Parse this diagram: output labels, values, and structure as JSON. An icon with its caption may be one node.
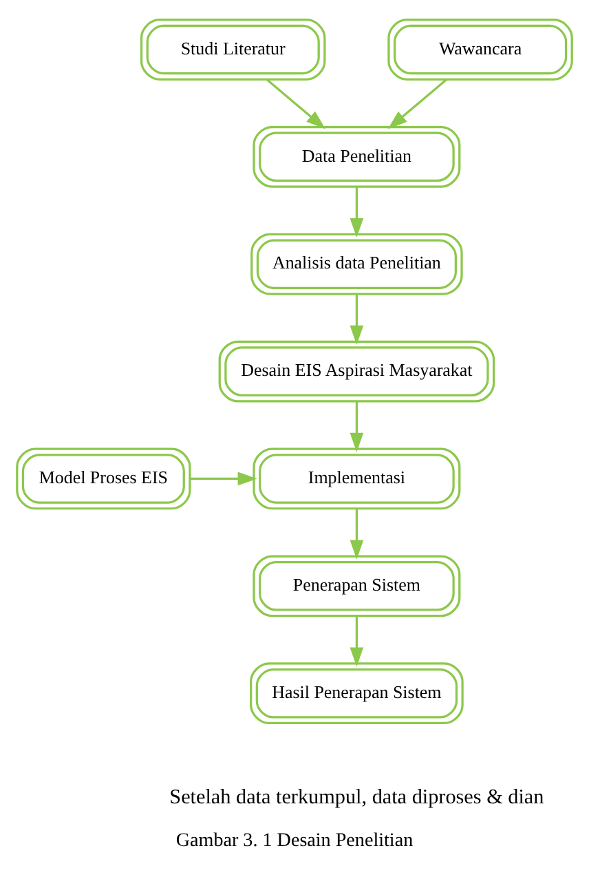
{
  "diagram": {
    "caption": "Gambar 3. 1 Desain Penelitian",
    "nodes": [
      {
        "text": [
          "Studi Literatur"
        ]
      },
      {
        "text": [
          "Wawancara"
        ]
      },
      {
        "text": [
          "Data Penelitian"
        ]
      },
      {
        "text": [
          "Analisis data Penelitian"
        ]
      },
      {
        "text": [
          "Desain EIS Aspirasi Masyarakat"
        ]
      },
      {
        "text": [
          "Model Proses EIS"
        ]
      },
      {
        "text": [
          "Implementasi"
        ]
      },
      {
        "text": [
          "Penerapan Sistem"
        ]
      },
      {
        "text": [
          "Hasil Penerapan Sistem"
        ]
      }
    ],
    "edges": [
      {
        "from": 0,
        "to": 2,
        "arrow": "to"
      },
      {
        "from": 1,
        "to": 2,
        "arrow": "to"
      },
      {
        "from": 2,
        "to": 3,
        "arrow": "to"
      },
      {
        "from": 3,
        "to": 4,
        "arrow": "to"
      },
      {
        "from": 4,
        "to": 6,
        "arrow": "to"
      },
      {
        "from": 5,
        "to": 6,
        "arrow": "to"
      },
      {
        "from": 6,
        "to": 7,
        "arrow": "to"
      },
      {
        "from": 7,
        "to": 8,
        "arrow": "to"
      }
    ],
    "labels": [
      "Setelah data terkumpul, data diproses & dian"
    ]
  }
}
